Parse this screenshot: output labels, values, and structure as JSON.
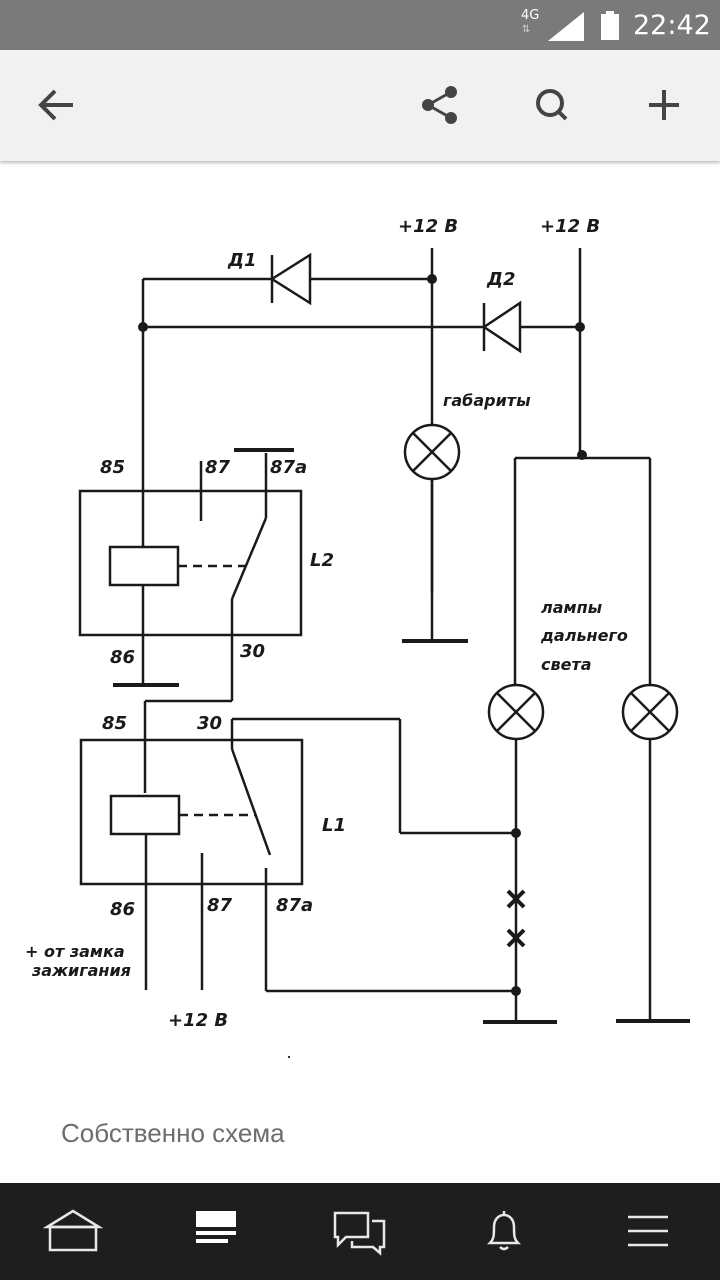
{
  "status_bar": {
    "network": "4G",
    "time": "22:42"
  },
  "toolbar": {
    "back_icon": "back-arrow-icon",
    "share_icon": "share-icon",
    "search_icon": "search-icon",
    "add_icon": "plus-icon"
  },
  "schema": {
    "supply_top_left": "+12 В",
    "supply_top_right": "+12 В",
    "diode_1": "Д1",
    "diode_2": "Д2",
    "marker_lamps": "габариты",
    "high_beam_lamps_line1": "лампы",
    "high_beam_lamps_line2": "дальнего",
    "high_beam_lamps_line3": "света",
    "relay_top": {
      "name": "L2",
      "pin_85": "85",
      "pin_87": "87",
      "pin_87a": "87а",
      "pin_86": "86",
      "pin_30": "30"
    },
    "relay_bottom": {
      "name": "L1",
      "pin_85": "85",
      "pin_30": "30",
      "pin_86": "86",
      "pin_87": "87",
      "pin_87a": "87а"
    },
    "ignition_line1": "+ от замка",
    "ignition_line2": "зажигания",
    "supply_bottom": "+12 В"
  },
  "caption": "Собственно схема",
  "bottom_nav": {
    "items": [
      "home-icon",
      "feed-icon",
      "messages-icon",
      "notifications-icon",
      "menu-icon"
    ]
  }
}
